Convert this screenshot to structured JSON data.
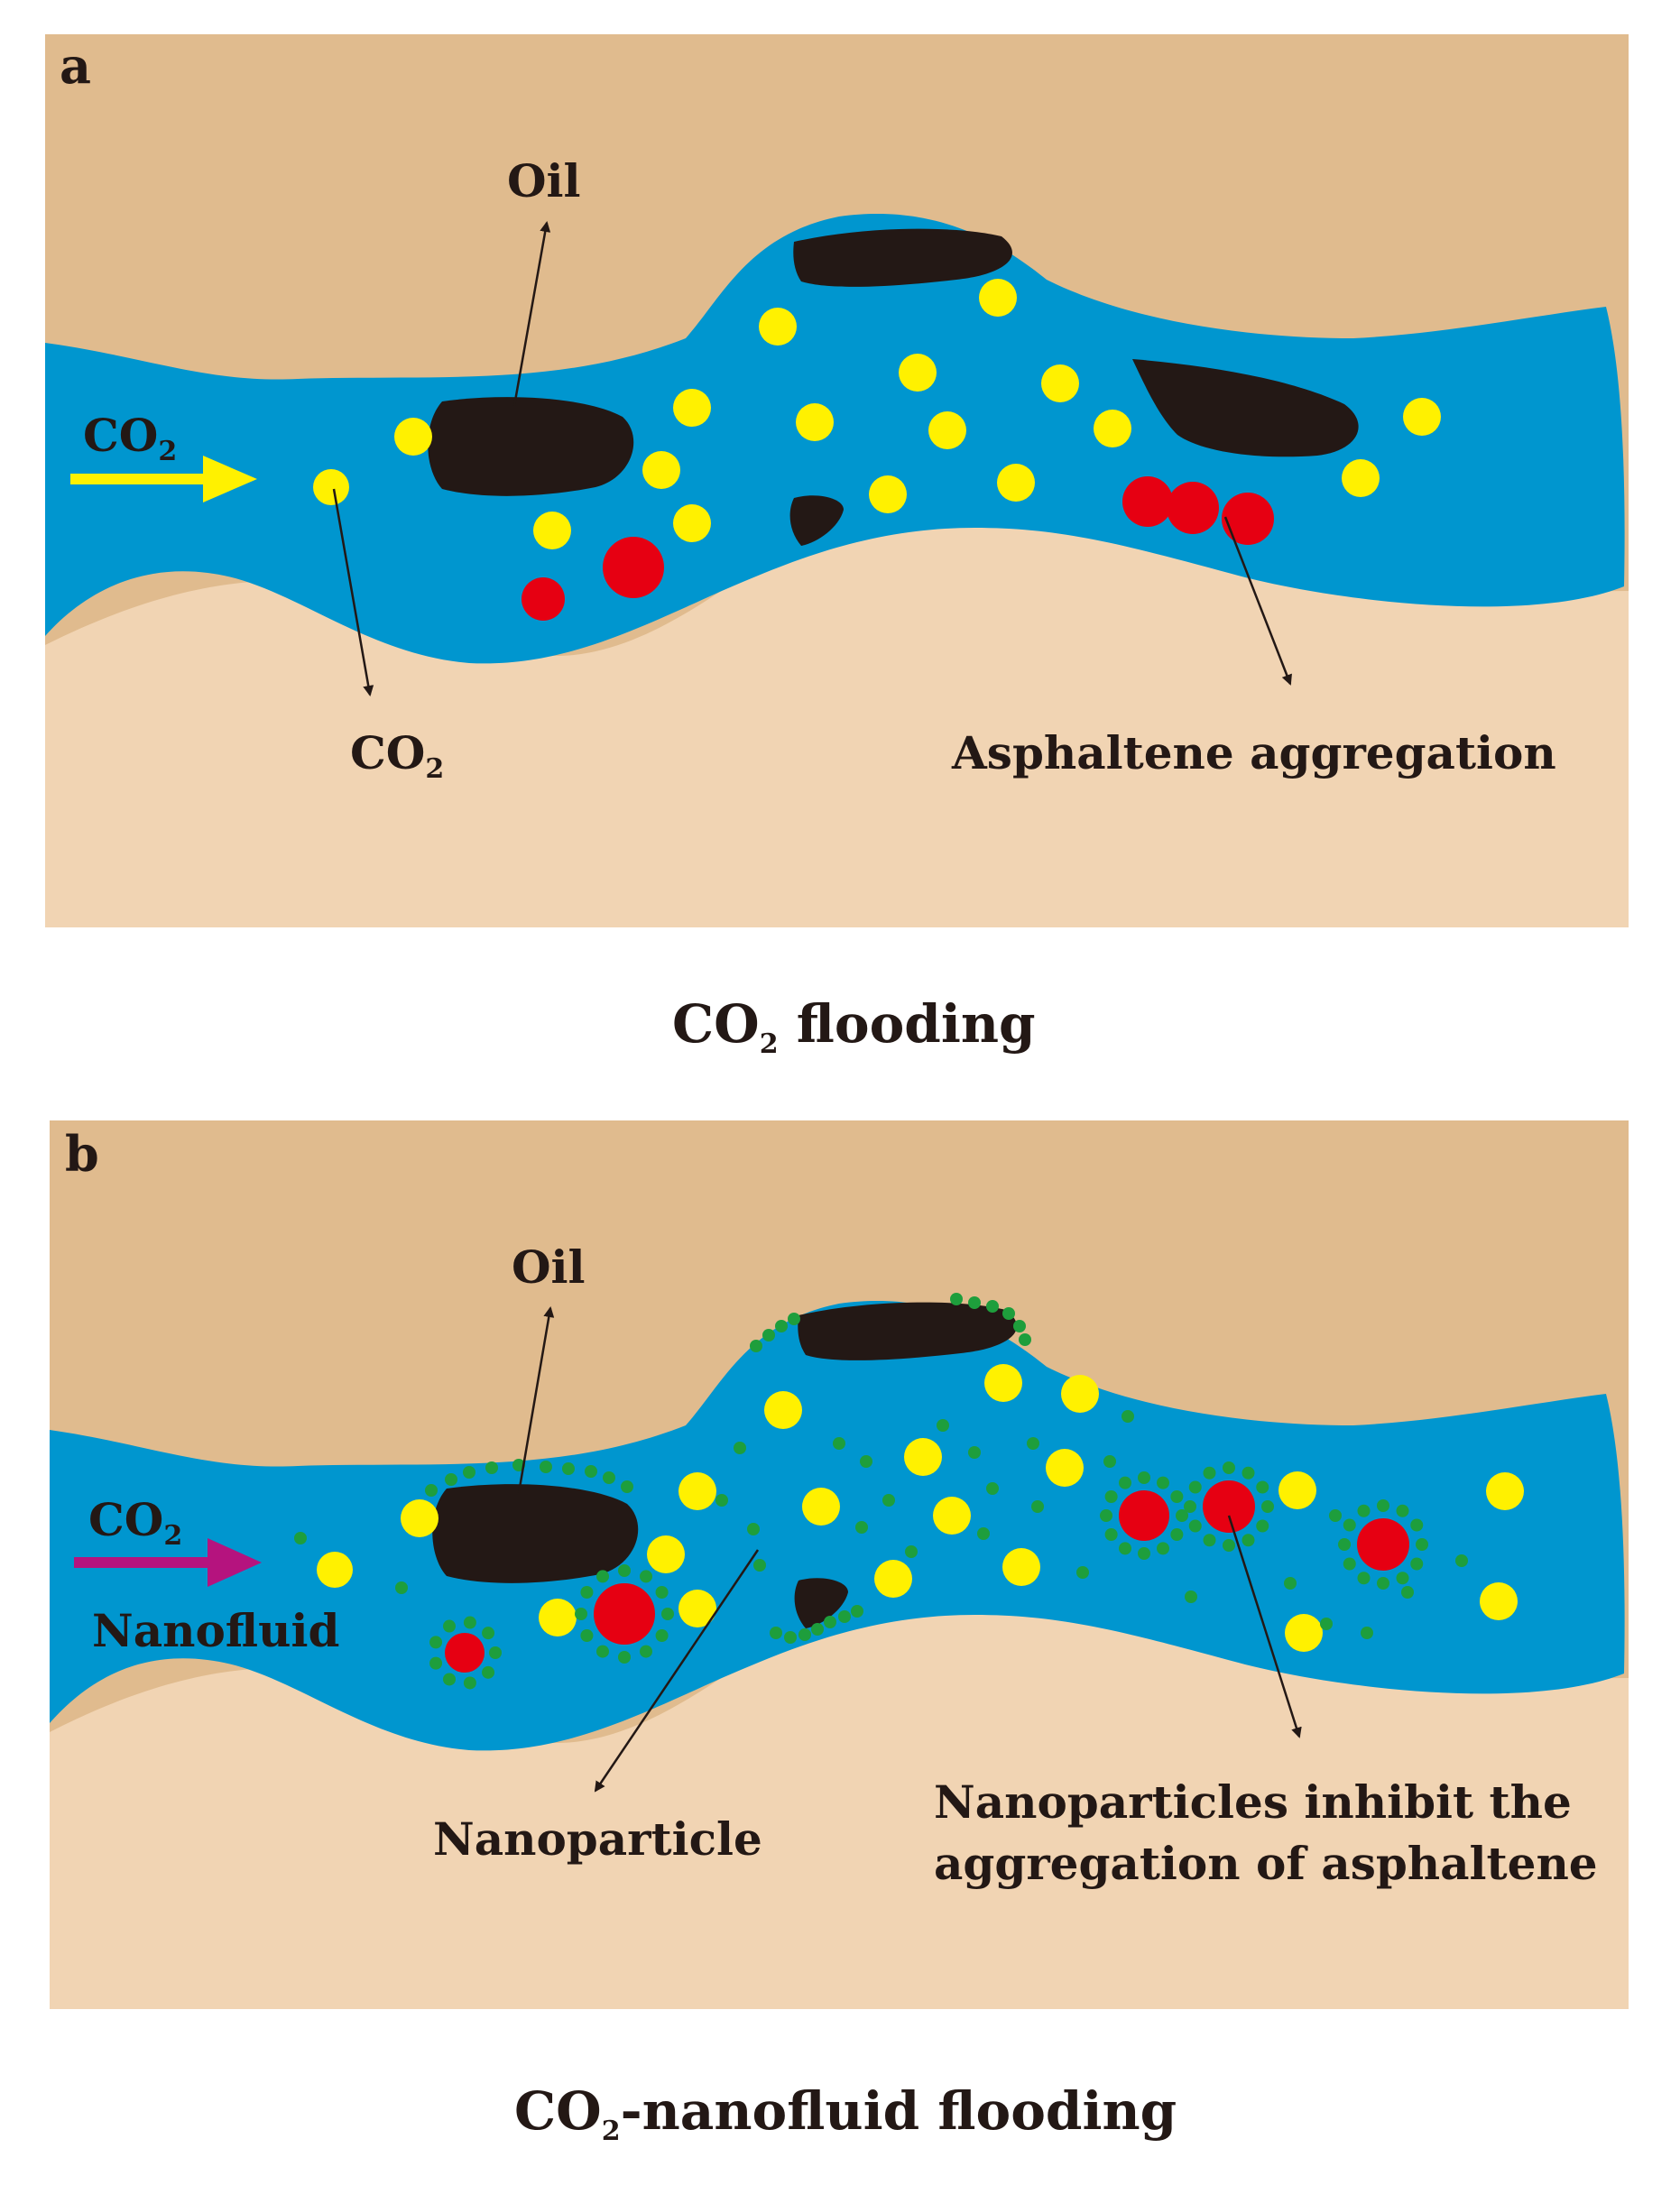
{
  "panels": [
    {
      "letter": "a",
      "oil_label": "Oil",
      "inlet_label": "CO",
      "inlet_sub": "2",
      "co2_label": "CO",
      "co2_sub": "2",
      "aggregation_label": "Asphaltene aggregation",
      "caption_main": "CO",
      "caption_sub": "2",
      "caption_rest": " flooding"
    },
    {
      "letter": "b",
      "oil_label": "Oil",
      "inlet_label": "CO",
      "inlet_sub": "2",
      "inlet_label_2": "Nanofluid",
      "nanoparticle_label": "Nanoparticle",
      "inhibit_label_1": "Nanoparticles inhibit the",
      "inhibit_label_2": "aggregation of asphaltene",
      "caption_main": "CO",
      "caption_sub": "2",
      "caption_rest": "-nanofluid flooding"
    }
  ],
  "colors": {
    "rock_top": "#e0bb8e",
    "rock_bottom": "#f1d4b3",
    "fluid": "#0096cf",
    "oil": "#231815",
    "co2_bubble": "#fff100",
    "asphaltene": "#e60012",
    "nanoparticle": "#1e9e3c",
    "arrow_a": "#fff100",
    "arrow_b": "#b5137e"
  }
}
